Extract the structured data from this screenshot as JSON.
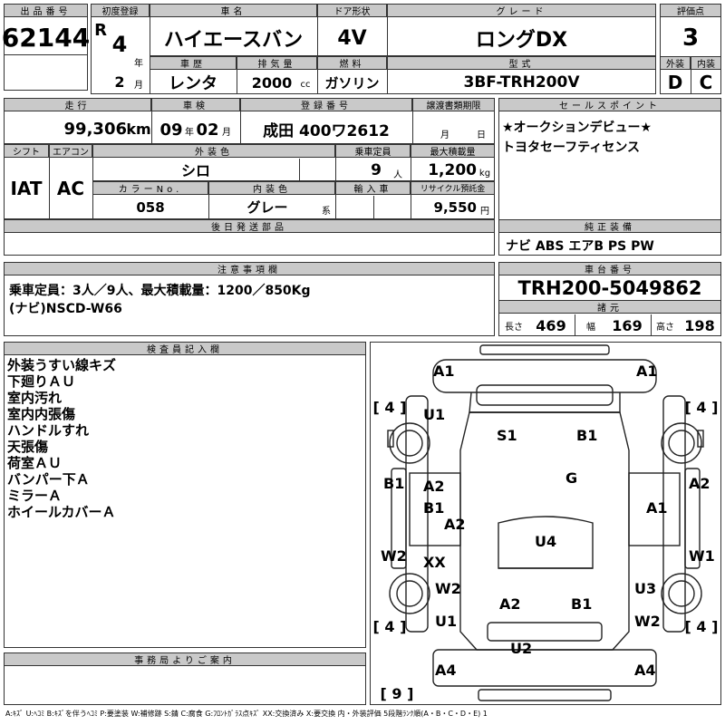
{
  "header": {
    "lot_no_label": "出品番号",
    "lot_no": "62144",
    "first_reg_label": "初度登録",
    "era": "R",
    "first_reg_year": "4",
    "year_unit": "年",
    "first_reg_month": "2",
    "month_unit": "月",
    "model_name_label": "車名",
    "model_name": "ハイエースバン",
    "door_label": "ドア形状",
    "door": "4V",
    "grade_label": "グレード",
    "grade": "ロングDX",
    "score_label": "評価点",
    "score": "3",
    "history_label": "車歴",
    "history": "レンタ",
    "displacement_label": "排気量",
    "displacement": "2000",
    "displacement_unit": "cc",
    "fuel_label": "燃料",
    "fuel": "ガソリン",
    "model_code_label": "型式",
    "model_code": "3BF-TRH200V",
    "exterior_label": "外装",
    "exterior": "D",
    "interior_label": "内装",
    "interior": "C"
  },
  "row2": {
    "mileage_label": "走行",
    "mileage": "99,306",
    "mileage_unit": "km",
    "inspection_label": "車検",
    "inspection_year": "09",
    "inspection_year_unit": "年",
    "inspection_month": "02",
    "inspection_month_unit": "月",
    "reg_no_label": "登録番号",
    "reg_no": "成田 400ワ2612",
    "transfer_label": "譲渡書類期限",
    "transfer_month_unit": "月",
    "transfer_day_unit": "日",
    "sales_label": "セールスポイント",
    "sales_points": [
      "★オークションデビュー★",
      "トヨタセーフティセンス"
    ],
    "shift_label": "シフト",
    "shift": "IAT",
    "ac_label": "エアコン",
    "ac": "AC",
    "color_label": "外装色",
    "color": "シロ",
    "capacity_label": "乗車定員",
    "capacity": "9",
    "capacity_unit": "人",
    "max_load_label": "最大積載量",
    "max_load": "1,200",
    "max_load_unit": "kg",
    "color_no_label": "カラーNo.",
    "color_no": "058",
    "interior_color_label": "内装色",
    "interior_color": "グレー",
    "interior_color_unit": "系",
    "import_label": "輸入車",
    "recycle_label": "リサイクル預託金",
    "recycle": "9,550",
    "recycle_unit": "円",
    "later_parts_label": "後日発送部品",
    "equipment_label": "純正装備",
    "equipment": "ナビ ABS エアB PS PW"
  },
  "notes": {
    "label": "注意事項欄",
    "lines": [
      "乗車定員：3人／9人、最大積載量：1200／850Kg",
      "(ナビ)NSCD-W66"
    ]
  },
  "chassis": {
    "label": "車台番号",
    "number": "TRH200-5049862",
    "spec_label": "諸元",
    "length_label": "長さ",
    "length": "469",
    "width_label": "幅",
    "width": "169",
    "height_label": "高さ",
    "height": "198"
  },
  "inspector": {
    "label": "検査員記入欄",
    "lines": [
      "外装うすい線キズ",
      "下廻りＡＵ",
      "室内汚れ",
      "室内内張傷",
      "ハンドルすれ",
      "天張傷",
      "荷室ＡＵ",
      "バンパー下Ａ",
      "ミラーＡ",
      "ホイールカバーＡ"
    ]
  },
  "office": {
    "label": "事務局よりご案内"
  },
  "diagram": {
    "tires": {
      "fl": "4",
      "fr": "4",
      "rl": "4",
      "rr": "4",
      "spare": "9"
    },
    "marks": [
      "A1",
      "A1",
      "U1",
      "S1",
      "B1",
      "G",
      "B1",
      "A2",
      "B1",
      "A2",
      "A1",
      "A2",
      "U4",
      "W2",
      "XX",
      "W1",
      "W2",
      "U3",
      "A2",
      "B1",
      "U1",
      "W2",
      "U2",
      "A4",
      "A4"
    ]
  },
  "legend": "A:ｷｽﾞ U:ﾍｺﾐ B:ｷｽﾞを伴うﾍｺﾐ P:要塗装 W:補修跡 S:錆 C:腐食 G:ﾌﾛﾝﾄｶﾞﾗｽ点ｷｽﾞ XX:交換済み X:要交換 内・外装評価 5段階ﾗﾝｸ順(A・B・C・D・E) 1"
}
